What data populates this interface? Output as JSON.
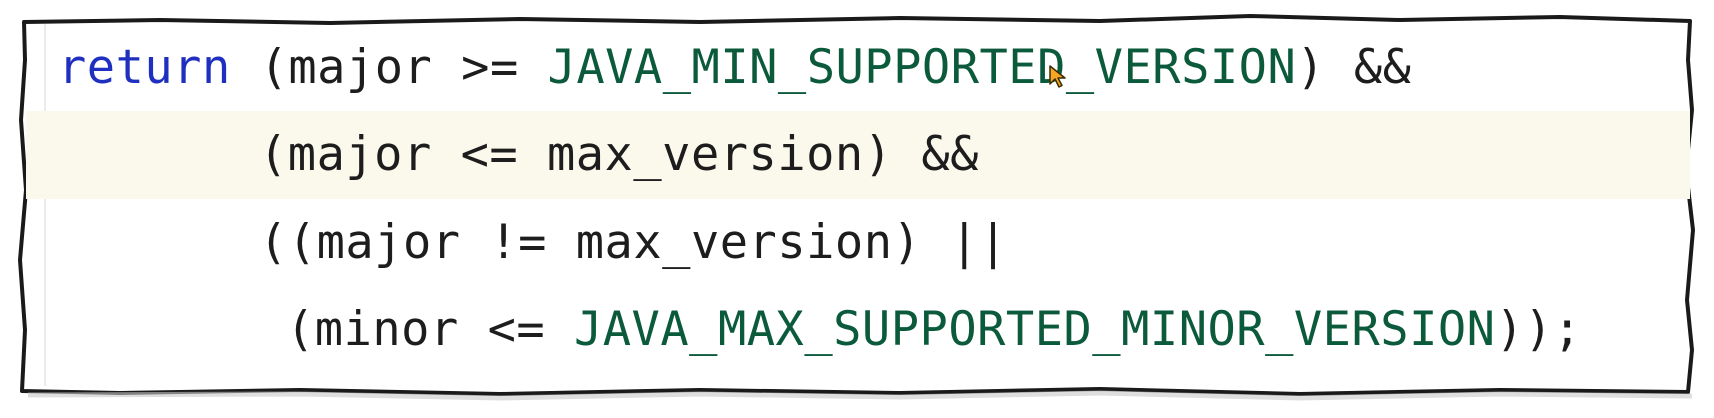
{
  "code": {
    "line1": {
      "keyword": "return",
      "open_paren": " (",
      "var": "major",
      "op": " >= ",
      "const": "JAVA_MIN_SUPPORTED_VERSION",
      "tail": ") &&"
    },
    "line2": {
      "open_paren": "(",
      "var": "major",
      "op": " <= ",
      "ident": "max_version",
      "tail": ") &&"
    },
    "line3": {
      "open_paren": "((",
      "var": "major",
      "op": " != ",
      "ident": "max_version",
      "tail": ") ||"
    },
    "line4": {
      "open_paren": "(",
      "var": "minor",
      "op": " <= ",
      "const": "JAVA_MAX_SUPPORTED_MINOR_VERSION",
      "tail": "));"
    }
  },
  "colors": {
    "keyword": "#1f2fbf",
    "constant": "#0c5a3c",
    "text": "#1d1d1d",
    "current_line_highlight": "#fbf8ec",
    "cursor": "#f5a623"
  },
  "icons": {
    "cursor": "mouse-pointer-icon"
  }
}
